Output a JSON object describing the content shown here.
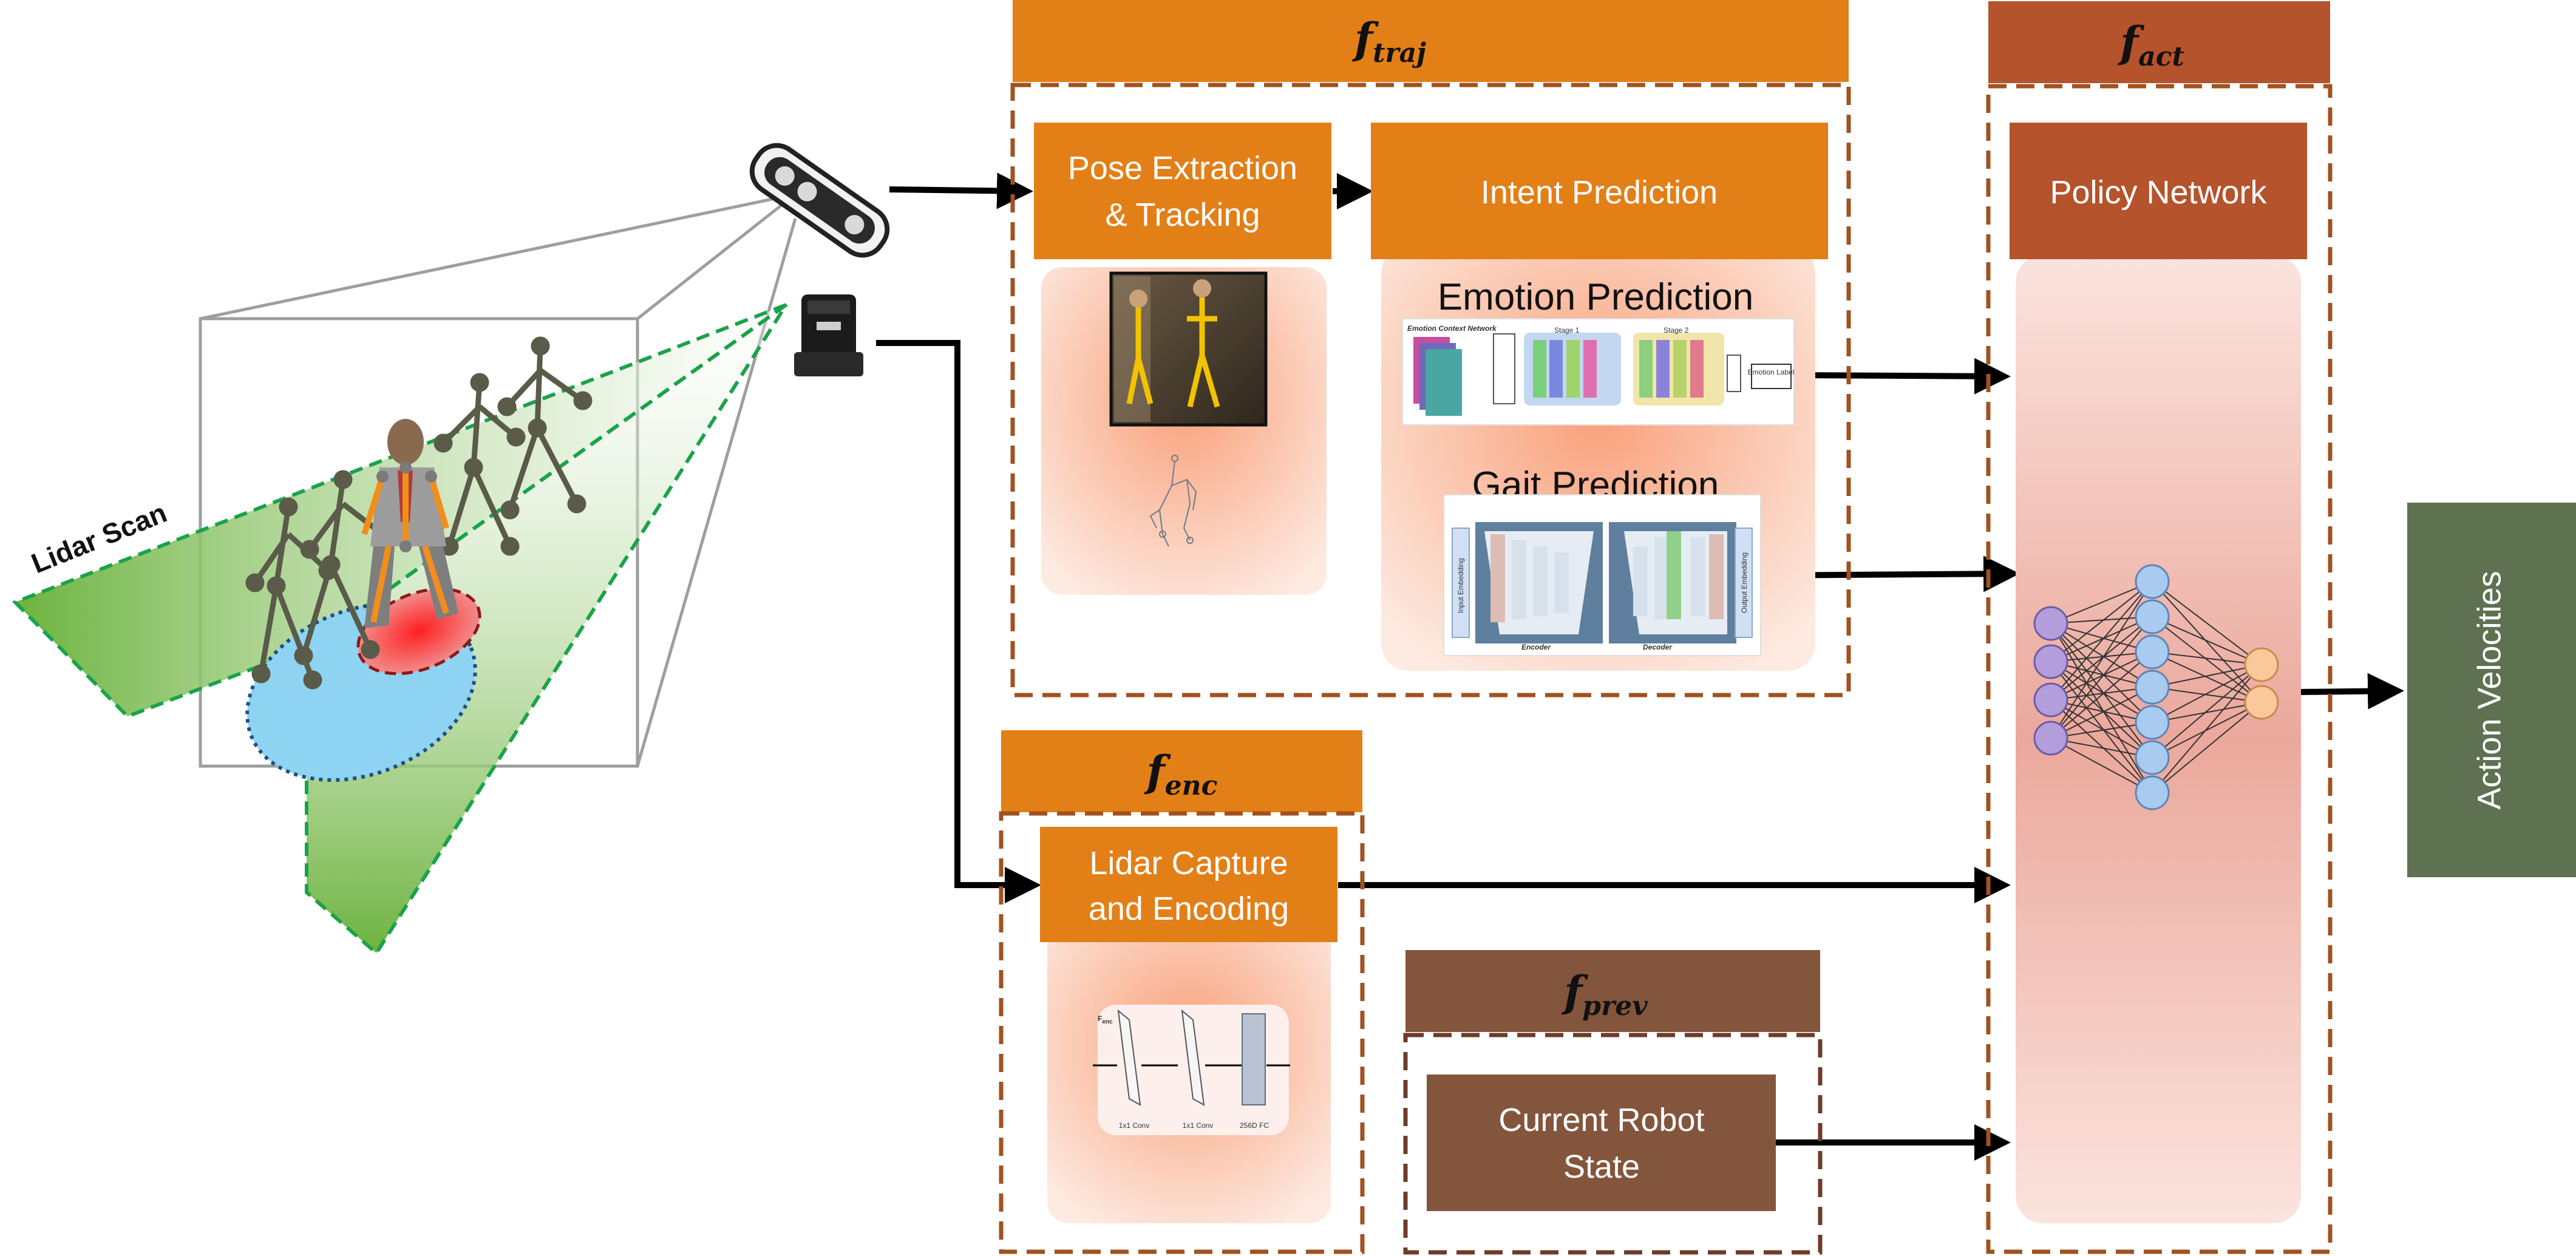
{
  "lidar_label": "Lidar Scan",
  "modules": {
    "traj": {
      "symbol": "f",
      "sub": "traj",
      "color": "#E37F17"
    },
    "enc": {
      "symbol": "f",
      "sub": "enc",
      "color": "#E37F17"
    },
    "prev": {
      "symbol": "f",
      "sub": "prev",
      "color": "#84553D"
    },
    "act": {
      "symbol": "f",
      "sub": "act",
      "color": "#B5532C"
    }
  },
  "blocks": {
    "pose": {
      "line1": "Pose Extraction",
      "line2": "& Tracking"
    },
    "intent": "Intent Prediction",
    "emotion": "Emotion Prediction",
    "gait": "Gait Prediction",
    "policy": "Policy Network",
    "lidar": {
      "line1": "Lidar Capture",
      "line2": "and Encoding"
    },
    "state": {
      "line1": "Current Robot",
      "line2": "State"
    }
  },
  "output": "Action Velocities",
  "enc_diagram": {
    "label_in": "F",
    "label_in_sub": "enc",
    "layer1": "1x1 Conv",
    "layer2": "1x1 Conv",
    "layer3": "256D FC"
  },
  "emotion_diagram": {
    "title": "Emotion Context Network",
    "stage1": "Stage 1",
    "stage2": "Stage 2",
    "out": "Emotion Label"
  },
  "gait_diagram": {
    "left": "Input Embedding",
    "right": "Output Embedding",
    "encoder": "Encoder",
    "decoder": "Decoder"
  },
  "colors": {
    "dash": "#A0521F",
    "arrow": "#000000",
    "output_box": "#5E7151",
    "lidar_green": "#6DB33F",
    "blue_ellipse": "#8FD3F2",
    "red_ellipse": "#E53935"
  }
}
